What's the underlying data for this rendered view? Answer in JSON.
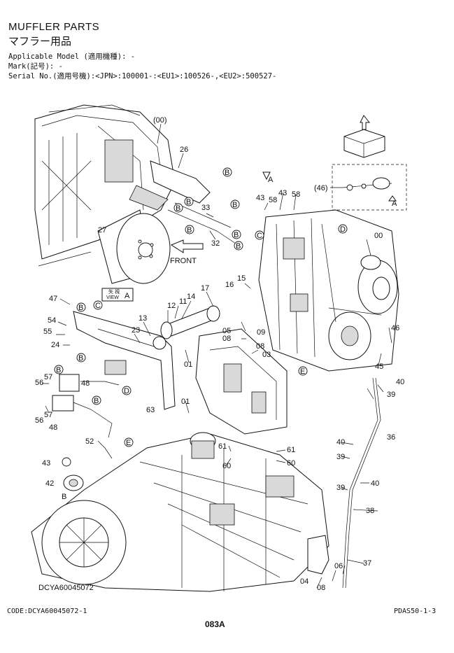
{
  "header": {
    "title_en": "MUFFLER PARTS",
    "title_jp": "マフラー用品",
    "applicable_model": "Applicable Model (適用機種): -",
    "mark": "Mark(記号): -",
    "serial": "Serial No.(適用号機):<JPN>:100001-:<EU1>:100526-,<EU2>:500527-"
  },
  "callouts": {
    "c00a": "(00)",
    "c26": "26",
    "c27": "27",
    "c33": "33",
    "c32": "32",
    "c00b": "00",
    "c15": "15",
    "c16": "16",
    "c17": "17",
    "c14": "14",
    "c11": "11",
    "c12": "12",
    "c13": "13",
    "c23": "23",
    "c47": "47",
    "c54": "54",
    "c55": "55",
    "c24": "24",
    "c56a": "56",
    "c57a": "57",
    "c48a": "48",
    "c56b": "56",
    "c57b": "57",
    "c48b": "48",
    "c52": "52",
    "c43a": "43",
    "c42": "42",
    "c63": "63",
    "c01a": "01",
    "c01b": "01",
    "c05": "05",
    "c08a": "08",
    "c09": "09",
    "c08b": "08",
    "c03": "03",
    "c46a": "(46)",
    "c43b": "43",
    "c43c": "43",
    "c58a": "58",
    "c58b": "58",
    "c46b": "46",
    "c45": "45",
    "c40a": "40",
    "c39a": "39",
    "c36": "36",
    "c40b": "40",
    "c39b": "39",
    "c40c": "40",
    "c39c": "39",
    "c38": "38",
    "c61a": "61",
    "c60a": "60",
    "c61b": "61",
    "c60b": "60",
    "c04": "04",
    "c08c": "08",
    "c06": "06",
    "c37": "37"
  },
  "view_letters": {
    "A1": "A",
    "A2": "A",
    "A3": "A",
    "B1": "B",
    "B2": "B",
    "B3": "B",
    "B4": "B",
    "B5": "B",
    "B6": "B",
    "B7": "B",
    "B8": "B",
    "B9": "B",
    "B10": "B",
    "B11": "B",
    "C1": "C",
    "C2": "C",
    "D1": "D",
    "D2": "D",
    "E1": "E",
    "E2": "E"
  },
  "labels": {
    "front": "FRONT",
    "view_jp": "矢 視",
    "view_en": "VIEW",
    "view_letter": "A",
    "drawing_id": "DCYA60045072"
  },
  "footer": {
    "code": "CODE:DCYA60045072-1",
    "page": "083A",
    "pdas": "PDAS50-1-3"
  }
}
